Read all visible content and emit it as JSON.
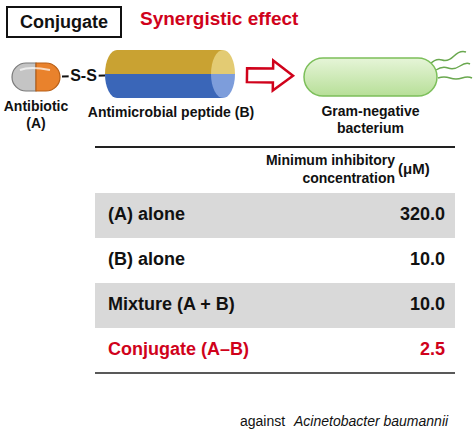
{
  "diagram": {
    "title": "Conjugate",
    "nodes": [
      {
        "text": [
          "Antibiotic (A)"
        ]
      },
      {
        "text": [
          "Antimicrobial peptide (B)"
        ]
      },
      {
        "text": [
          "Gram-negative bacterium"
        ]
      }
    ],
    "edges": [
      {
        "from": 0,
        "to": 1,
        "arrow": "none",
        "label": "S-S"
      },
      {
        "from": 1,
        "to": 2,
        "arrow": "to"
      }
    ],
    "labels": [
      "Synergistic effect",
      "Minimum inhibitory concentration",
      "(μM)",
      "(A) alone",
      "320.0",
      "(B) alone",
      "10.0",
      "Mixture (A + B)",
      "10.0",
      "Conjugate (A–B)",
      "2.5",
      "against",
      "Acinetobacter baumannii"
    ]
  }
}
